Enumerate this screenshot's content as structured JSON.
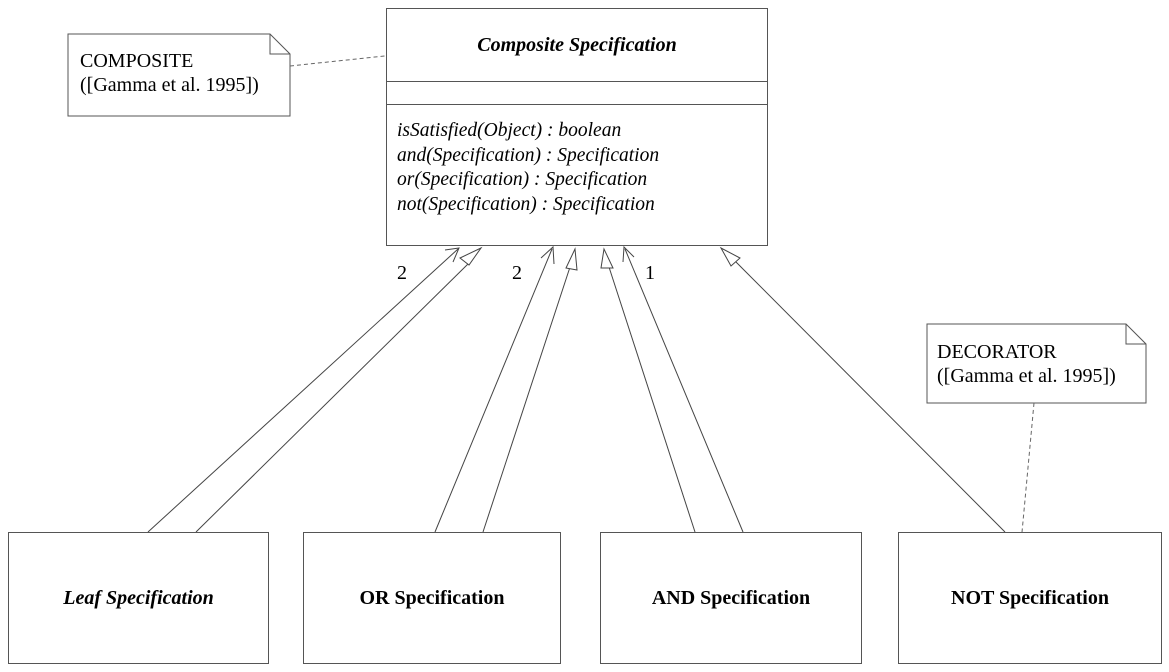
{
  "composite": {
    "name": "Composite Specification",
    "operations": [
      "isSatisfied(Object) : boolean",
      "and(Specification) : Specification",
      "or(Specification) : Specification",
      "not(Specification) : Specification"
    ]
  },
  "notes": {
    "composite": {
      "line1": "COMPOSITE",
      "line2": "([Gamma et al. 1995])"
    },
    "decorator": {
      "line1": "DECORATOR",
      "line2": "([Gamma et al. 1995])"
    }
  },
  "subclasses": {
    "leaf": "Leaf Specification",
    "or": "OR Specification",
    "and": "AND Specification",
    "not": "NOT Specification"
  },
  "multiplicities": {
    "leaf": "2",
    "or": "2",
    "and": "1"
  }
}
